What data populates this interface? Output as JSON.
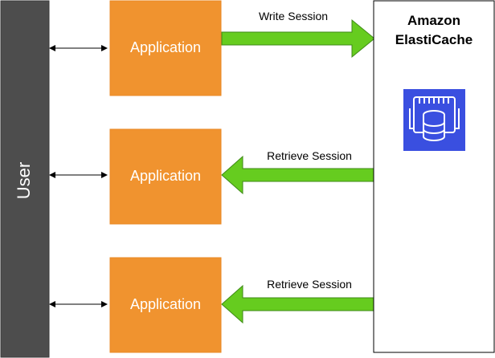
{
  "user": {
    "label": "User"
  },
  "applications": [
    {
      "label": "Application"
    },
    {
      "label": "Application"
    },
    {
      "label": "Application"
    }
  ],
  "flows": [
    {
      "label": "Write Session",
      "direction": "to-cache"
    },
    {
      "label": "Retrieve Session",
      "direction": "to-application"
    },
    {
      "label": "Retrieve Session",
      "direction": "to-application"
    }
  ],
  "cache": {
    "title_line1": "Amazon",
    "title_line2": "ElastiCache",
    "icon": "elasticache-database-icon"
  },
  "colors": {
    "user_bar": "#4d4d4d",
    "application": "#f0932f",
    "application_border": "#ea8a26",
    "arrow_fill": "#66cc1f",
    "arrow_stroke": "#3f8a17",
    "cache_icon_bg": "#3a4fe0"
  }
}
